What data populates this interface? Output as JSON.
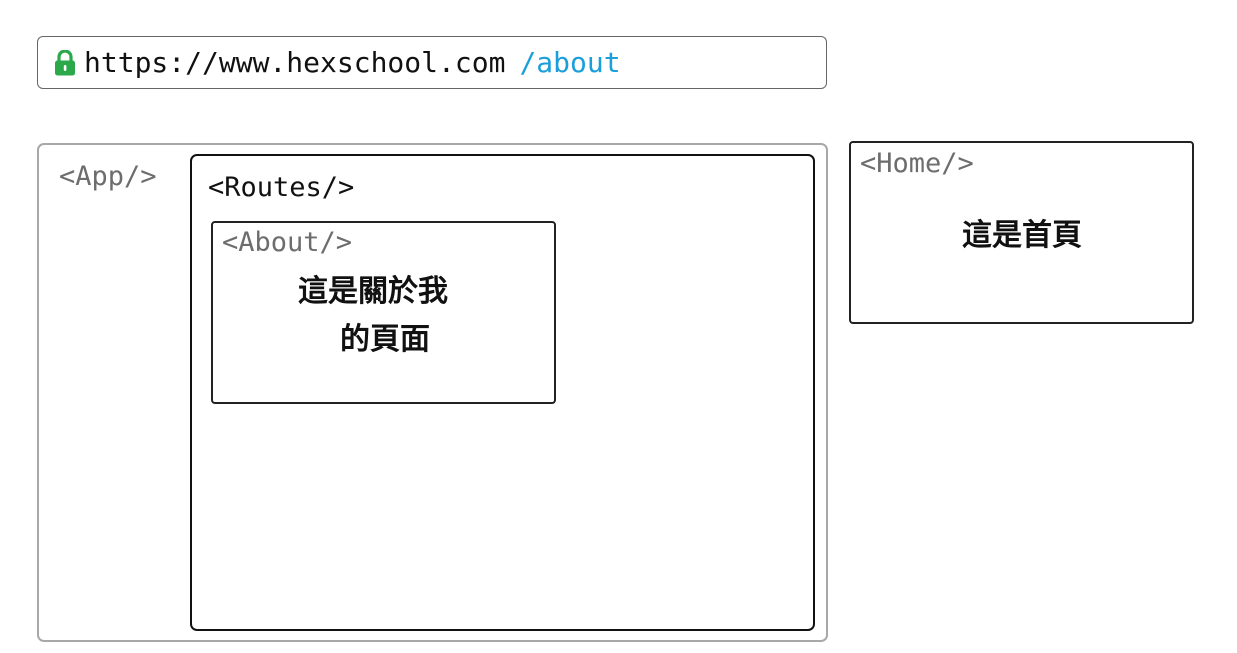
{
  "address_bar": {
    "icon": "lock-icon",
    "icon_color": "#2aa84a",
    "host": "https://www.hexschool.com",
    "path": "/about",
    "path_color": "#1a9fdb"
  },
  "components": {
    "app": {
      "tag": "<App/>"
    },
    "routes": {
      "tag": "<Routes/>"
    },
    "about": {
      "tag": "<About/>",
      "text_line1": "這是關於我",
      "text_line2": "的頁面"
    },
    "home": {
      "tag": "<Home/>",
      "text": "這是首頁"
    }
  }
}
